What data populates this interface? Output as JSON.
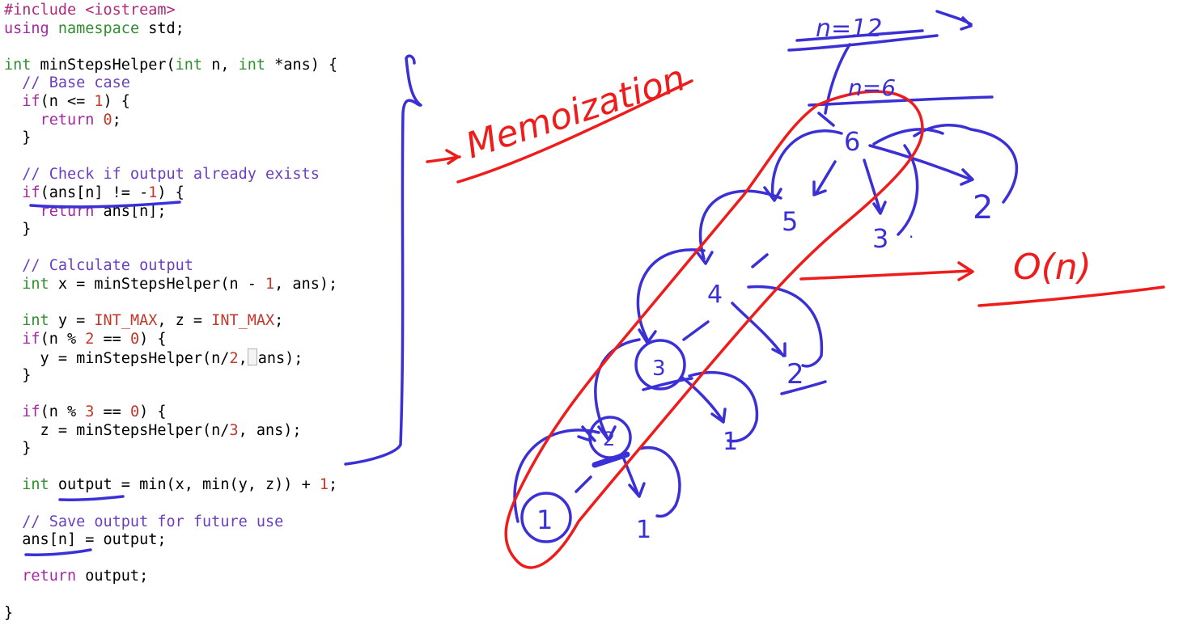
{
  "code_lines": [
    [
      {
        "t": "#include <iostream>",
        "c": "pp"
      }
    ],
    [
      {
        "t": "using",
        "c": "kw"
      },
      {
        "t": " "
      },
      {
        "t": "namespace",
        "c": "ty"
      },
      {
        "t": " std;"
      }
    ],
    [],
    [
      {
        "t": "int",
        "c": "ty"
      },
      {
        "t": " minStepsHelper("
      },
      {
        "t": "int",
        "c": "ty"
      },
      {
        "t": " n, "
      },
      {
        "t": "int",
        "c": "ty"
      },
      {
        "t": " *ans) {"
      }
    ],
    [
      {
        "t": "  "
      },
      {
        "t": "// Base case",
        "c": "cm"
      }
    ],
    [
      {
        "t": "  "
      },
      {
        "t": "if",
        "c": "kw"
      },
      {
        "t": "(n <= "
      },
      {
        "t": "1",
        "c": "num"
      },
      {
        "t": ") {"
      }
    ],
    [
      {
        "t": "    "
      },
      {
        "t": "return",
        "c": "kw"
      },
      {
        "t": " "
      },
      {
        "t": "0",
        "c": "num"
      },
      {
        "t": ";"
      }
    ],
    [
      {
        "t": "  }"
      }
    ],
    [],
    [
      {
        "t": "  "
      },
      {
        "t": "// Check if output already exists",
        "c": "cm"
      }
    ],
    [
      {
        "t": "  "
      },
      {
        "t": "if",
        "c": "kw"
      },
      {
        "t": "(ans[n] != -"
      },
      {
        "t": "1",
        "c": "num"
      },
      {
        "t": ") {"
      }
    ],
    [
      {
        "t": "    "
      },
      {
        "t": "return",
        "c": "kw"
      },
      {
        "t": " ans[n];"
      }
    ],
    [
      {
        "t": "  }"
      }
    ],
    [],
    [
      {
        "t": "  "
      },
      {
        "t": "// Calculate output",
        "c": "cm"
      }
    ],
    [
      {
        "t": "  "
      },
      {
        "t": "int",
        "c": "ty"
      },
      {
        "t": " x = minStepsHelper(n - "
      },
      {
        "t": "1",
        "c": "num"
      },
      {
        "t": ", ans);"
      }
    ],
    [],
    [
      {
        "t": "  "
      },
      {
        "t": "int",
        "c": "ty"
      },
      {
        "t": " y = "
      },
      {
        "t": "INT_MAX",
        "c": "num"
      },
      {
        "t": ", z = "
      },
      {
        "t": "INT_MAX",
        "c": "num"
      },
      {
        "t": ";"
      }
    ],
    [
      {
        "t": "  "
      },
      {
        "t": "if",
        "c": "kw"
      },
      {
        "t": "(n % "
      },
      {
        "t": "2",
        "c": "num"
      },
      {
        "t": " == "
      },
      {
        "t": "0",
        "c": "num"
      },
      {
        "t": ") {"
      }
    ],
    [
      {
        "t": "    y = minStepsHelper(n/"
      },
      {
        "t": "2",
        "c": "num"
      },
      {
        "t": ","
      },
      {
        "t": "",
        "c": "caret"
      },
      {
        "t": "ans);"
      }
    ],
    [
      {
        "t": "  }"
      }
    ],
    [],
    [
      {
        "t": "  "
      },
      {
        "t": "if",
        "c": "kw"
      },
      {
        "t": "(n % "
      },
      {
        "t": "3",
        "c": "num"
      },
      {
        "t": " == "
      },
      {
        "t": "0",
        "c": "num"
      },
      {
        "t": ") {"
      }
    ],
    [
      {
        "t": "    z = minStepsHelper(n/"
      },
      {
        "t": "3",
        "c": "num"
      },
      {
        "t": ", ans);"
      }
    ],
    [
      {
        "t": "  }"
      }
    ],
    [],
    [
      {
        "t": "  "
      },
      {
        "t": "int",
        "c": "ty"
      },
      {
        "t": " output = min(x, min(y, z)) + "
      },
      {
        "t": "1",
        "c": "num"
      },
      {
        "t": ";"
      }
    ],
    [],
    [
      {
        "t": "  "
      },
      {
        "t": "// Save output for future use",
        "c": "cm"
      }
    ],
    [
      {
        "t": "  ans[n] = output;"
      }
    ],
    [],
    [
      {
        "t": "  "
      },
      {
        "t": "return",
        "c": "kw"
      },
      {
        "t": " output;"
      }
    ],
    [],
    [
      {
        "t": "}"
      }
    ]
  ],
  "annotations": {
    "memoization": "Memoization",
    "complexity": "O(n)",
    "top_label": "n=12",
    "second_label": "n=6"
  },
  "tree": {
    "n6": "6",
    "n5": "5",
    "n4": "4",
    "n3": "3",
    "n2": "2",
    "n1": "1",
    "leaf3": "3",
    "leaf2a": "2",
    "leaf2b": "2",
    "leaf1a": "1",
    "leaf1b": "1"
  },
  "colors": {
    "blue_ink": "#3b30d6",
    "red_ink": "#ef1c1c"
  }
}
